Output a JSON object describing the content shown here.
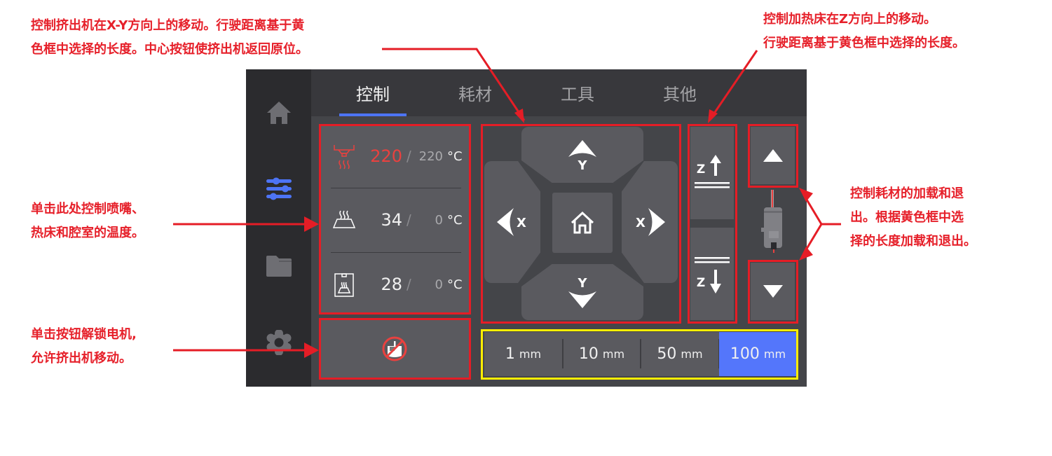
{
  "annotations": {
    "xy_move": {
      "line1": "控制挤出机在X-Y方向上的移动。行驶距离基于黄",
      "line2": "色框中选择的长度。中心按钮使挤出机返回原位。"
    },
    "z_move": {
      "line1": "控制加热床在Z方向上的移动。",
      "line2": "行驶距离基于黄色框中选择的长度。"
    },
    "temperature": {
      "line1": "单击此处控制喷嘴、",
      "line2": "热床和腔室的温度。"
    },
    "unlock": {
      "line1": "单击按钮解锁电机,",
      "line2": "允许挤出机移动。"
    },
    "filament": {
      "line1": "控制耗材的加载和退",
      "line2": "出。根据黄色框中选",
      "line3": "择的长度加载和退出。"
    },
    "colors": {
      "annotation_red": "#e51d26",
      "selection_yellow": "#ffee00"
    }
  },
  "sidebar": {
    "items": [
      {
        "name": "home",
        "icon": "home-icon",
        "active": false
      },
      {
        "name": "control",
        "icon": "sliders-icon",
        "active": true
      },
      {
        "name": "files",
        "icon": "folder-icon",
        "active": false
      },
      {
        "name": "settings",
        "icon": "gear-icon",
        "active": false
      }
    ]
  },
  "tabs": [
    {
      "label": "控制",
      "active": true
    },
    {
      "label": "耗材",
      "active": false
    },
    {
      "label": "工具",
      "active": false
    },
    {
      "label": "其他",
      "active": false
    }
  ],
  "temperatures": [
    {
      "name": "nozzle",
      "icon": "nozzle-icon",
      "current": "220",
      "separator": "/",
      "target": "220",
      "unit": "°C",
      "highlight": true,
      "highlight_color": "#e9413f"
    },
    {
      "name": "bed",
      "icon": "heatbed-icon",
      "current": "34",
      "separator": "/",
      "target": "0",
      "unit": "°C",
      "highlight": false
    },
    {
      "name": "chamber",
      "icon": "chamber-icon",
      "current": "28",
      "separator": "/",
      "target": "0",
      "unit": "°C",
      "highlight": false
    }
  ],
  "motor_unlock": {
    "icon": "motor-unlock-icon"
  },
  "xy_pad": {
    "up": {
      "axis": "Y",
      "icon": "arrow-up-icon"
    },
    "down": {
      "axis": "Y",
      "icon": "arrow-down-icon"
    },
    "left": {
      "axis": "X",
      "icon": "arrow-left-icon"
    },
    "right": {
      "axis": "X",
      "icon": "arrow-right-icon"
    },
    "home": {
      "icon": "home-outline-icon"
    }
  },
  "z_control": {
    "up": {
      "axis": "Z",
      "icon": "arrow-up-icon"
    },
    "down": {
      "axis": "Z",
      "icon": "arrow-down-icon"
    }
  },
  "extruder": {
    "load": {
      "icon": "triangle-up-icon"
    },
    "unload": {
      "icon": "triangle-down-icon"
    }
  },
  "distance": {
    "options": [
      {
        "value": "1",
        "unit": "mm",
        "selected": false
      },
      {
        "value": "10",
        "unit": "mm",
        "selected": false
      },
      {
        "value": "50",
        "unit": "mm",
        "selected": false
      },
      {
        "value": "100",
        "unit": "mm",
        "selected": true
      }
    ],
    "selected_color": "#5476fb"
  }
}
